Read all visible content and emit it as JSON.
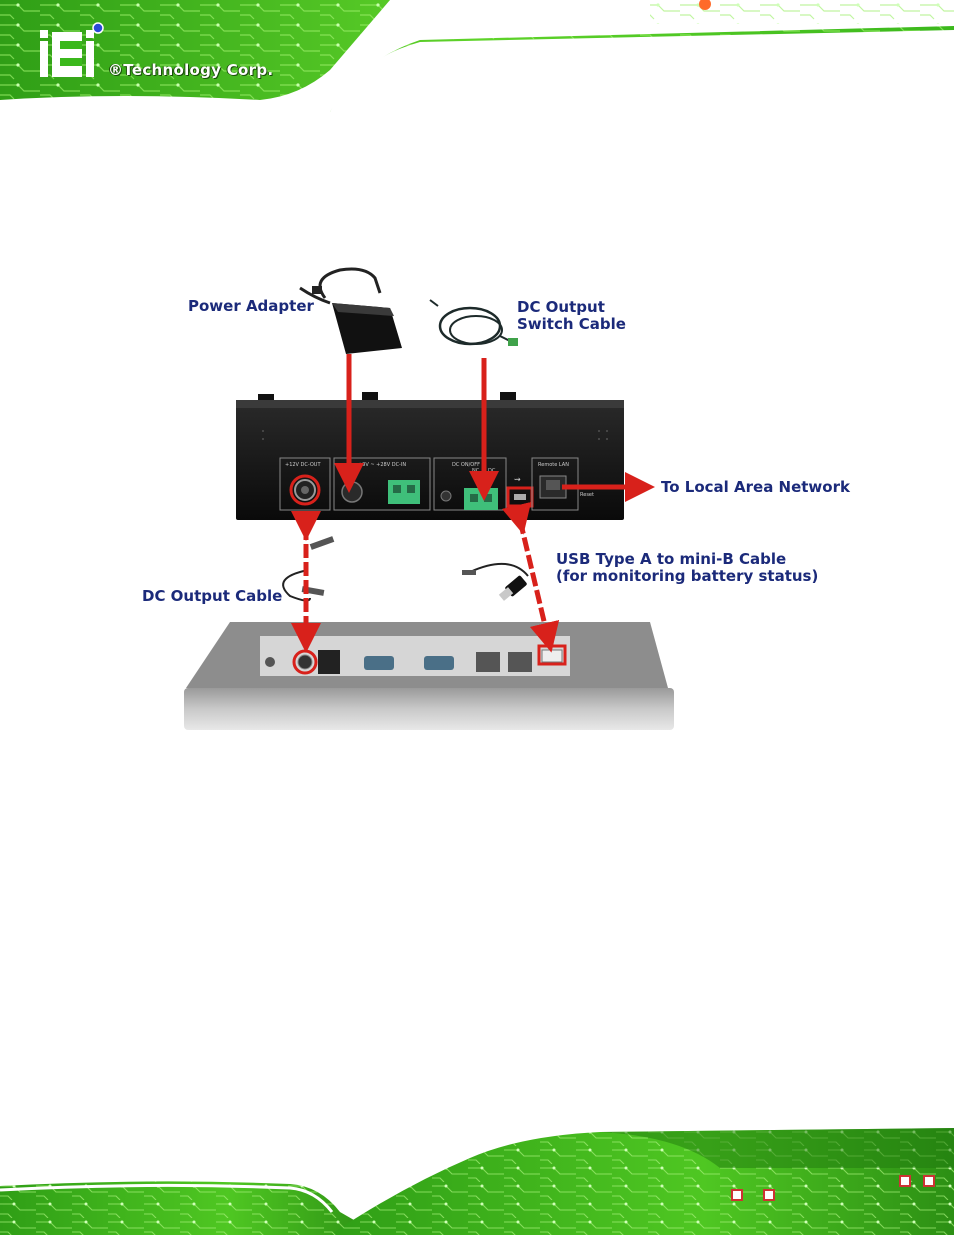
{
  "header": {
    "brand": "®Technology Corp."
  },
  "diagram": {
    "labels": {
      "power_adapter": "Power Adapter",
      "dc_output_switch_cable": [
        "DC Output",
        "Switch Cable"
      ],
      "to_lan": "To Local Area Network",
      "usb_cable": [
        "USB Type A to mini-B Cable",
        "(for monitoring battery status)"
      ],
      "dc_output_cable": "DC Output Cable"
    },
    "panel_text": {
      "dc_out": "+12V  DC-OUT",
      "dc_in": "+9V ~ +28V  DC-IN",
      "dc_onoff": "DC   ON/OFF",
      "remote_lan": "Remote LAN",
      "reset": "Reset",
      "nc": "NC",
      "dc": "DC"
    },
    "colors": {
      "arrow": "#d8211b",
      "label": "#1b2a7a",
      "header_green": "#3fbf1a"
    }
  }
}
